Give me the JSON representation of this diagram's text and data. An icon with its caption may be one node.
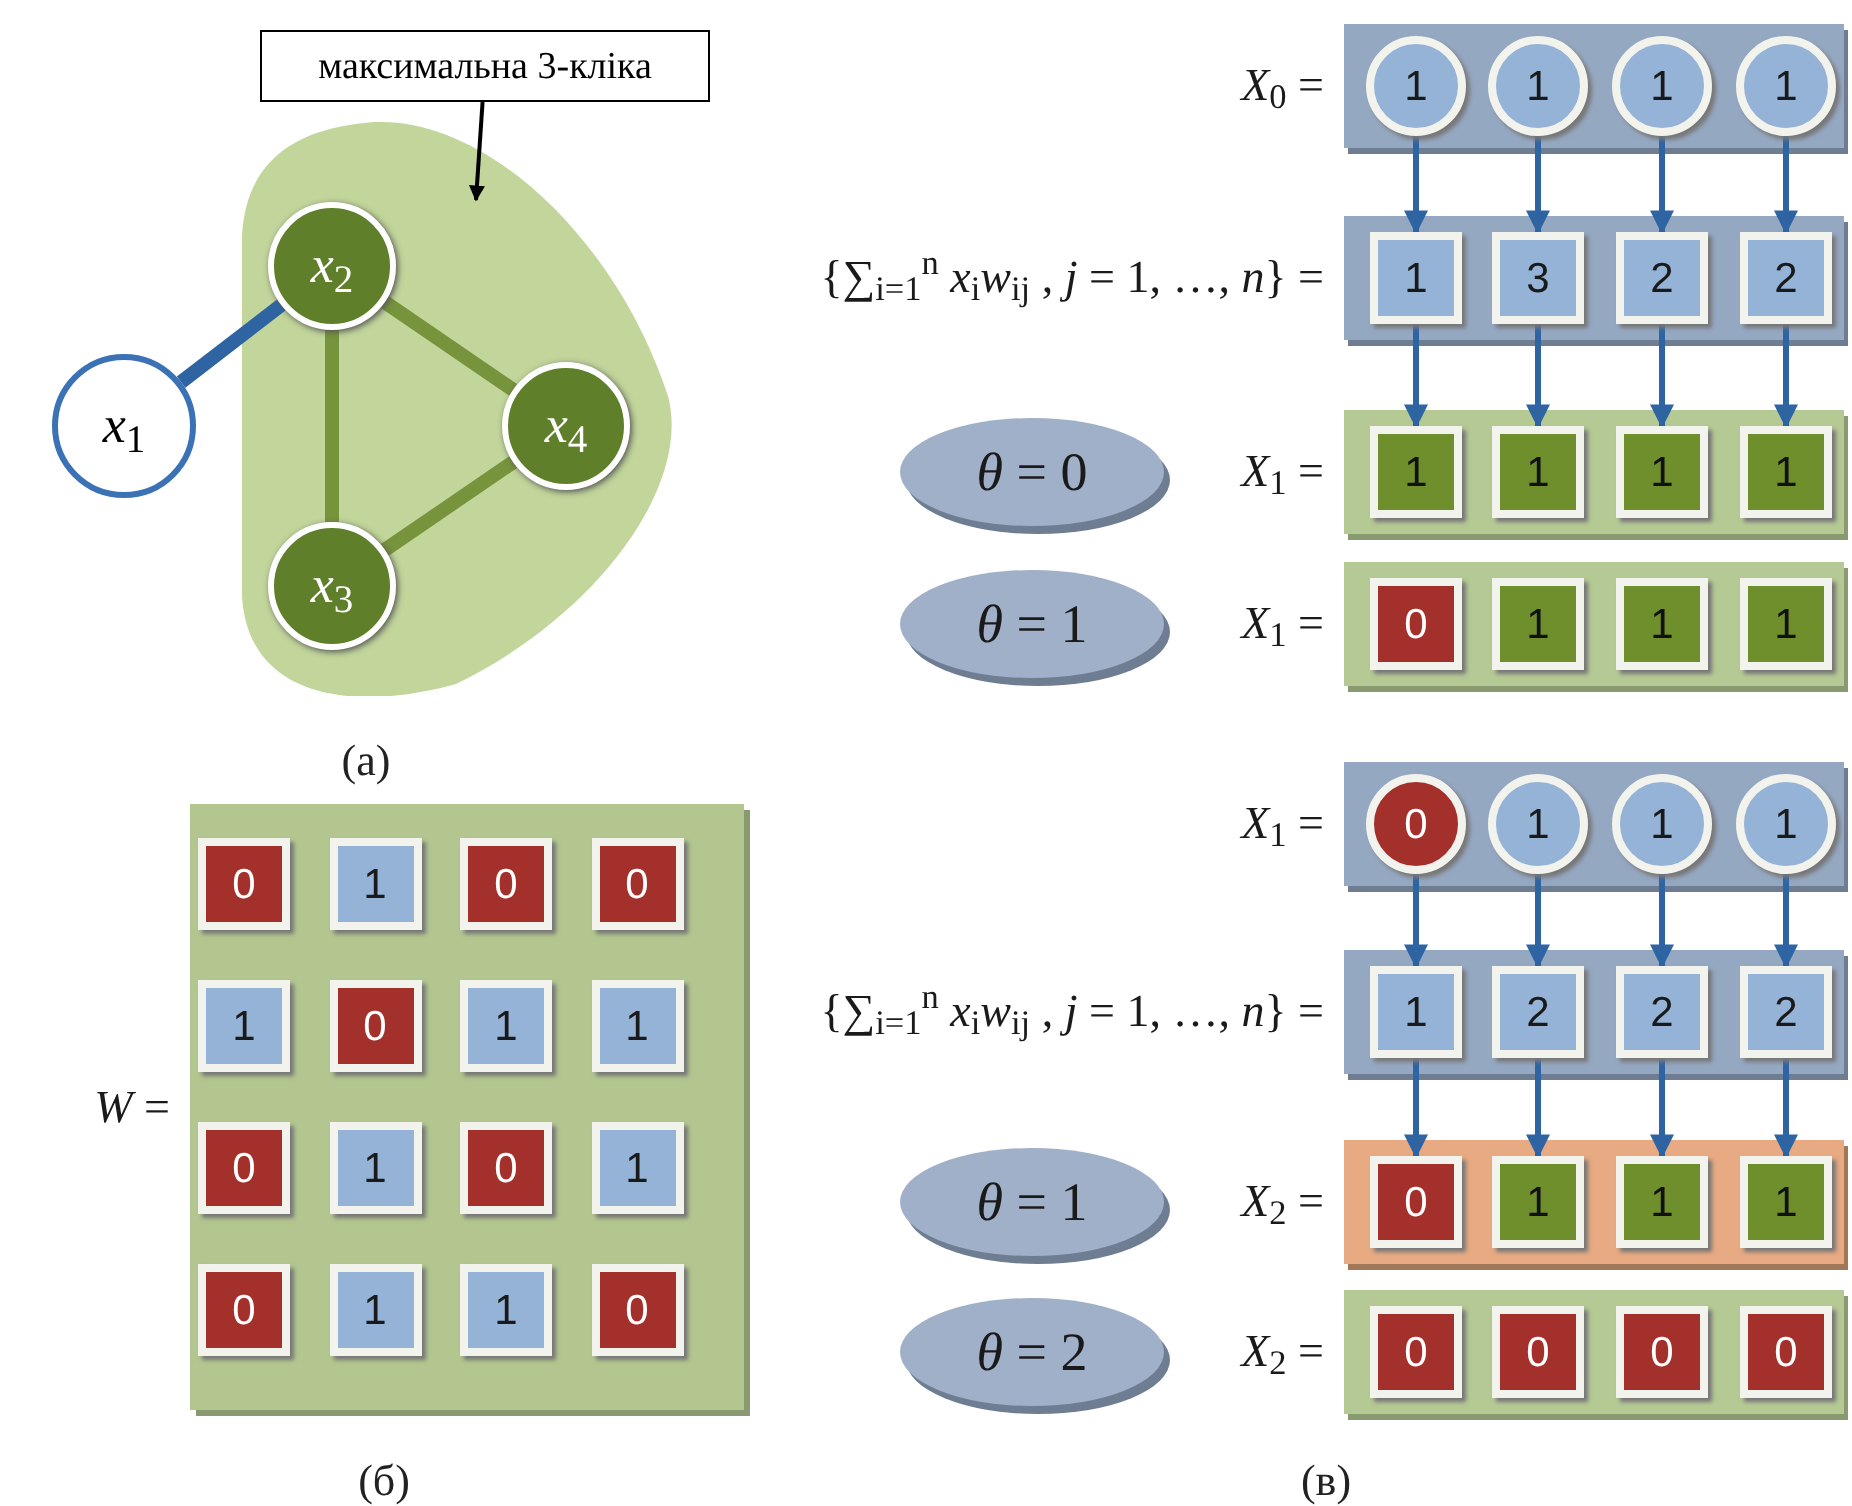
{
  "diagram": {
    "nodes": [
      {
        "text": [
          "максимальна 3-кліка"
        ]
      },
      {
        "text": [],
        "shape": "cloud"
      },
      {
        "text": [
          "*x*$_{1}$"
        ]
      },
      {
        "text": [
          "*x*$_{2}$"
        ],
        "in": 1
      },
      {
        "text": [
          "*x*$_{4}$"
        ],
        "in": 1
      },
      {
        "text": [
          "*x*$_{3}$"
        ],
        "in": 1
      },
      {
        "text": [],
        "shape": "box",
        "beside": [
          "*W* ="
        ]
      },
      {
        "text": [
          "0"
        ],
        "in": 6
      },
      {
        "text": [
          "1"
        ],
        "in": 6
      },
      {
        "text": [
          "0"
        ],
        "in": 6
      },
      {
        "text": [
          "0"
        ],
        "in": 6
      },
      {
        "text": [
          "1"
        ],
        "in": 6
      },
      {
        "text": [
          "0"
        ],
        "in": 6
      },
      {
        "text": [
          "1"
        ],
        "in": 6
      },
      {
        "text": [
          "1"
        ],
        "in": 6
      },
      {
        "text": [
          "0"
        ],
        "in": 6
      },
      {
        "text": [
          "1"
        ],
        "in": 6
      },
      {
        "text": [
          "0"
        ],
        "in": 6
      },
      {
        "text": [
          "1"
        ],
        "in": 6
      },
      {
        "text": [
          "0"
        ],
        "in": 6
      },
      {
        "text": [
          "1"
        ],
        "in": 6
      },
      {
        "text": [
          "1"
        ],
        "in": 6
      },
      {
        "text": [
          "0"
        ],
        "in": 6
      },
      {
        "text": [],
        "shape": "box",
        "beside": [
          "*X*$_{0}$ ="
        ]
      },
      {
        "text": [
          "1"
        ],
        "in": 23
      },
      {
        "text": [
          "1"
        ],
        "in": 23
      },
      {
        "text": [
          "1"
        ],
        "in": 23
      },
      {
        "text": [
          "1"
        ],
        "in": 23
      },
      {
        "text": [],
        "shape": "box",
        "beside": [
          "{∑$_{i=1}$$^{n}$ *x*$_{i}$*w*$_{ij}$ , *j* = 1, …, *n*} ="
        ]
      },
      {
        "text": [
          "1"
        ],
        "in": 28
      },
      {
        "text": [
          "3"
        ],
        "in": 28
      },
      {
        "text": [
          "2"
        ],
        "in": 28
      },
      {
        "text": [
          "2"
        ],
        "in": 28
      },
      {
        "text": [
          "*θ* = 0"
        ]
      },
      {
        "text": [],
        "shape": "box",
        "beside": [
          "*X*$_{1}$ ="
        ]
      },
      {
        "text": [
          "1"
        ],
        "in": 34
      },
      {
        "text": [
          "1"
        ],
        "in": 34
      },
      {
        "text": [
          "1"
        ],
        "in": 34
      },
      {
        "text": [
          "1"
        ],
        "in": 34
      },
      {
        "text": [
          "*θ* = 1"
        ]
      },
      {
        "text": [],
        "shape": "box",
        "beside": [
          "*X*$_{1}$ ="
        ]
      },
      {
        "text": [
          "0"
        ],
        "in": 40
      },
      {
        "text": [
          "1"
        ],
        "in": 40
      },
      {
        "text": [
          "1"
        ],
        "in": 40
      },
      {
        "text": [
          "1"
        ],
        "in": 40
      },
      {
        "text": [],
        "shape": "box",
        "beside": [
          "*X*$_{1}$ ="
        ]
      },
      {
        "text": [
          "0"
        ],
        "in": 45
      },
      {
        "text": [
          "1"
        ],
        "in": 45
      },
      {
        "text": [
          "1"
        ],
        "in": 45
      },
      {
        "text": [
          "1"
        ],
        "in": 45
      },
      {
        "text": [],
        "shape": "box",
        "beside": [
          "{∑$_{i=1}$$^{n}$ *x*$_{i}$*w*$_{ij}$ , *j* = 1, …, *n*} ="
        ]
      },
      {
        "text": [
          "1"
        ],
        "in": 50
      },
      {
        "text": [
          "2"
        ],
        "in": 50
      },
      {
        "text": [
          "2"
        ],
        "in": 50
      },
      {
        "text": [
          "2"
        ],
        "in": 50
      },
      {
        "text": [
          "*θ* = 1"
        ]
      },
      {
        "text": [],
        "shape": "box",
        "beside": [
          "*X*$_{2}$ ="
        ]
      },
      {
        "text": [
          "0"
        ],
        "in": 56
      },
      {
        "text": [
          "1"
        ],
        "in": 56
      },
      {
        "text": [
          "1"
        ],
        "in": 56
      },
      {
        "text": [
          "1"
        ],
        "in": 56
      },
      {
        "text": [
          "*θ* = 2"
        ]
      },
      {
        "text": [],
        "shape": "box",
        "beside": [
          "*X*$_{2}$ ="
        ]
      },
      {
        "text": [
          "0"
        ],
        "in": 62
      },
      {
        "text": [
          "0"
        ],
        "in": 62
      },
      {
        "text": [
          "0"
        ],
        "in": 62
      },
      {
        "text": [
          "0"
        ],
        "in": 62
      }
    ],
    "edges": [
      {
        "from": 0,
        "to": 1,
        "arrow": "to",
        "color": "#000000"
      },
      {
        "from": 2,
        "to": 3,
        "arrow": "none",
        "style": "thick"
      },
      {
        "from": 3,
        "to": 5,
        "arrow": "none",
        "style": "thick",
        "color": "#77933c"
      },
      {
        "from": 3,
        "to": 4,
        "arrow": "none",
        "style": "thick",
        "color": "#77933c"
      },
      {
        "from": 4,
        "to": 5,
        "arrow": "none",
        "style": "thick",
        "color": "#77933c"
      },
      {
        "from": 24,
        "to": 29,
        "arrow": "to"
      },
      {
        "from": 25,
        "to": 30,
        "arrow": "to"
      },
      {
        "from": 26,
        "to": 31,
        "arrow": "to"
      },
      {
        "from": 27,
        "to": 32,
        "arrow": "to"
      },
      {
        "from": 29,
        "to": 35,
        "arrow": "to"
      },
      {
        "from": 30,
        "to": 36,
        "arrow": "to"
      },
      {
        "from": 31,
        "to": 37,
        "arrow": "to"
      },
      {
        "from": 32,
        "to": 38,
        "arrow": "to"
      },
      {
        "from": 46,
        "to": 51,
        "arrow": "to"
      },
      {
        "from": 47,
        "to": 52,
        "arrow": "to"
      },
      {
        "from": 48,
        "to": 53,
        "arrow": "to"
      },
      {
        "from": 49,
        "to": 54,
        "arrow": "to"
      },
      {
        "from": 51,
        "to": 57,
        "arrow": "to"
      },
      {
        "from": 52,
        "to": 58,
        "arrow": "to"
      },
      {
        "from": 53,
        "to": 59,
        "arrow": "to"
      },
      {
        "from": 54,
        "to": 60,
        "arrow": "to"
      }
    ],
    "labels": [
      "(а)",
      "(б)",
      "(в)"
    ]
  }
}
